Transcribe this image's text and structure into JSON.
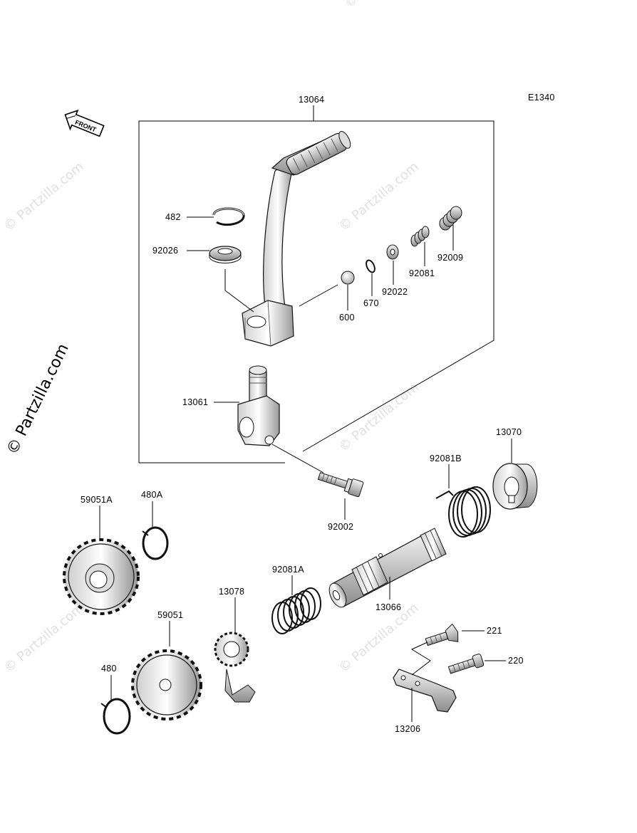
{
  "diagram_code": "E1340",
  "watermark": {
    "small": "© Partzilla.com",
    "large": "© Partzilla.com"
  },
  "front_label": "FRONT",
  "parts": {
    "p13064": "13064",
    "p482": "482",
    "p92026": "92026",
    "p600": "600",
    "p670": "670",
    "p92022": "92022",
    "p92081": "92081",
    "p92009": "92009",
    "p13061": "13061",
    "p92002": "92002",
    "p13070": "13070",
    "p92081B": "92081B",
    "p59051A": "59051A",
    "p480A": "480A",
    "p92081A": "92081A",
    "p13066": "13066",
    "p13078": "13078",
    "p59051": "59051",
    "p480": "480",
    "p221": "221",
    "p220": "220",
    "p13206": "13206"
  }
}
